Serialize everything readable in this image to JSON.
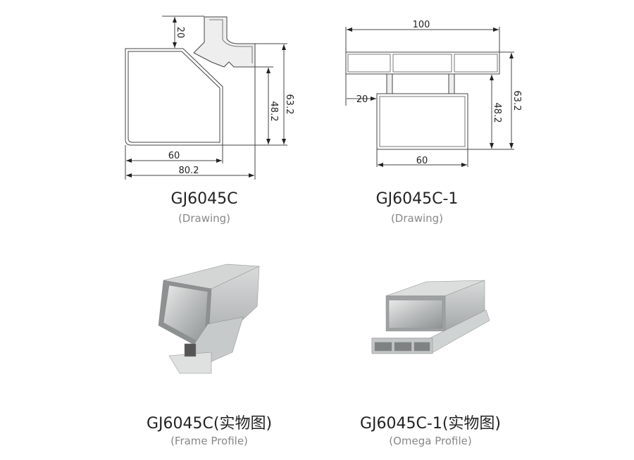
{
  "drawing_1": {
    "title": "GJ6045C",
    "subtitle": "(Drawing)",
    "dimensions": {
      "top_offset": "20",
      "total_height": "63.2",
      "box_height": "48.2",
      "box_width": "60",
      "total_width": "80.2"
    }
  },
  "drawing_2": {
    "title": "GJ6045C-1",
    "subtitle": "(Drawing)",
    "dimensions": {
      "total_width": "100",
      "left_offset": "20",
      "box_width": "60",
      "box_height": "48.2",
      "total_height": "63.2"
    }
  },
  "photo_1": {
    "title": "GJ6045C(实物图)",
    "subtitle": "(Frame Profile)"
  },
  "photo_2": {
    "title": "GJ6045C-1(实物图)",
    "subtitle": "(Omega Profile)"
  }
}
